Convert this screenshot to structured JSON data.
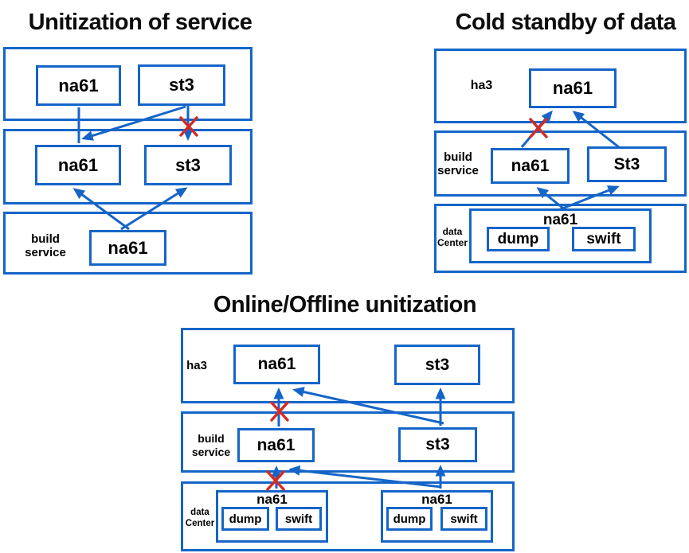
{
  "colors": {
    "blue": "#1565c8",
    "red": "#d42b24"
  },
  "left": {
    "title": "Unitization of service",
    "band1": {
      "na61": "na61",
      "st3": "st3"
    },
    "band2": {
      "na61": "na61",
      "st3": "st3"
    },
    "band3": {
      "label": "build\nservice",
      "na61": "na61"
    }
  },
  "right": {
    "title": "Cold standby of data",
    "band1": {
      "label": "ha3",
      "na61": "na61"
    },
    "band2": {
      "label": "build\nservice",
      "na61": "na61",
      "st3": "St3"
    },
    "band3": {
      "label": "data\nCenter",
      "group": "na61",
      "dump": "dump",
      "swift": "swift"
    }
  },
  "bottom": {
    "title": "Online/Offline unitization",
    "band1": {
      "label": "ha3",
      "na61": "na61",
      "st3": "st3"
    },
    "band2": {
      "label": "build\nservice",
      "na61": "na61",
      "st3": "st3"
    },
    "band3": {
      "label": "data\nCenter",
      "left_group": {
        "label": "na61",
        "dump": "dump",
        "swift": "swift"
      },
      "right_group": {
        "label": "na61",
        "dump": "dump",
        "swift": "swift"
      }
    }
  }
}
